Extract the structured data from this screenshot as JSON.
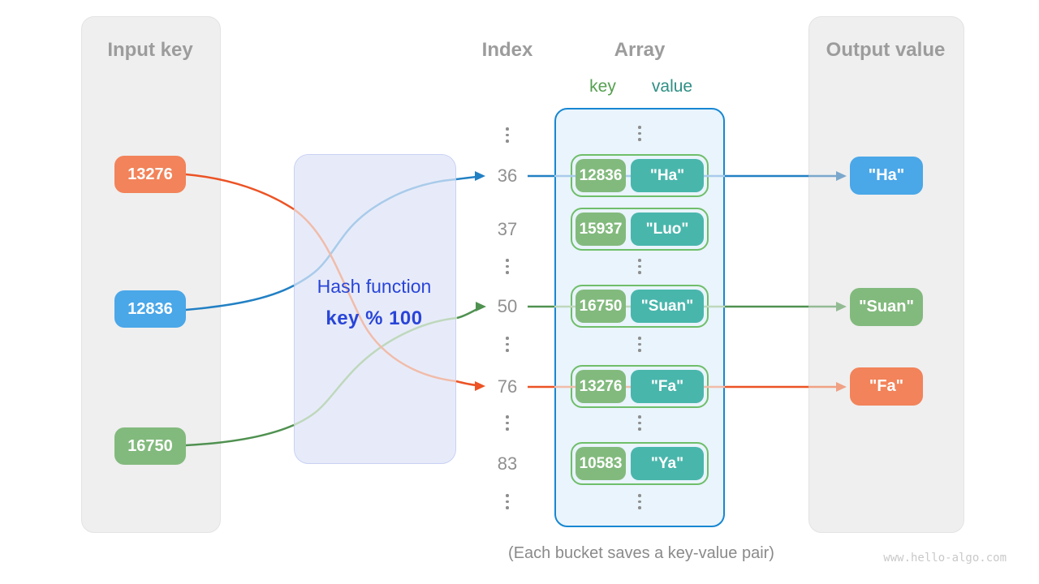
{
  "labels": {
    "input_panel": "Input key",
    "index_col": "Index",
    "array_col": "Array",
    "key_col": "key",
    "value_col": "value",
    "output_panel": "Output value"
  },
  "hash_function": {
    "title": "Hash function",
    "formula": "key % 100"
  },
  "input_keys": [
    {
      "value": "13276",
      "color": "#F2835A"
    },
    {
      "value": "12836",
      "color": "#4AA7E8"
    },
    {
      "value": "16750",
      "color": "#82BA7D"
    }
  ],
  "buckets": [
    {
      "index": "36",
      "key": "12836",
      "value": "\"Ha\""
    },
    {
      "index": "37",
      "key": "15937",
      "value": "\"Luo\""
    },
    {
      "index": "50",
      "key": "16750",
      "value": "\"Suan\""
    },
    {
      "index": "76",
      "key": "13276",
      "value": "\"Fa\""
    },
    {
      "index": "83",
      "key": "10583",
      "value": "\"Ya\""
    }
  ],
  "outputs": [
    {
      "value": "\"Ha\"",
      "color": "#4AA7E8"
    },
    {
      "value": "\"Suan\"",
      "color": "#82BA7D"
    },
    {
      "value": "\"Fa\"",
      "color": "#F2835A"
    }
  ],
  "caption": "(Each bucket saves a key-value pair)",
  "watermark": "www.hello-algo.com",
  "colors": {
    "line_blue": "#2280C4",
    "line_blue_light": "#A9CBEA",
    "line_blue_muted": "#7BA7CC",
    "line_green": "#4F9150",
    "line_green_light": "#BFD8BD",
    "line_green_muted": "#93BB93",
    "line_orange": "#EC5325",
    "line_orange_light": "#F1BCAA",
    "line_orange_muted": "#F0A184",
    "array_border": "#1787D2",
    "bucket_border": "#6FBE6A",
    "hash_text": "#2945D8",
    "panel_bg": "#EFEFEF",
    "array_bg": "#E9F4FC",
    "hash_bg": "#E7EBF9",
    "teal_pill": "#49B6AC"
  }
}
